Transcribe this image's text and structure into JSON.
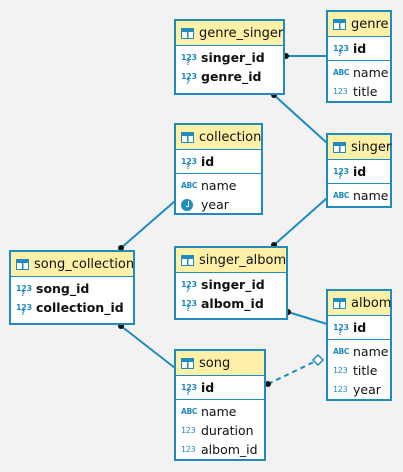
{
  "tables": {
    "genre_singer": {
      "name": "genre_singer",
      "keys": [
        {
          "name": "singer_id",
          "icon": "123"
        },
        {
          "name": "genre_id",
          "icon": "123"
        }
      ],
      "cols": []
    },
    "genre": {
      "name": "genre",
      "keys": [
        {
          "name": "id",
          "icon": "123"
        }
      ],
      "cols": [
        {
          "name": "name",
          "icon": "ABC"
        },
        {
          "name": "title",
          "icon": "123"
        }
      ]
    },
    "collection": {
      "name": "collection",
      "keys": [
        {
          "name": "id",
          "icon": "123"
        }
      ],
      "cols": [
        {
          "name": "name",
          "icon": "ABC"
        },
        {
          "name": "year",
          "icon": "clock"
        }
      ]
    },
    "singer": {
      "name": "singer",
      "keys": [
        {
          "name": "id",
          "icon": "123"
        }
      ],
      "cols": [
        {
          "name": "name",
          "icon": "ABC"
        }
      ]
    },
    "song_collection": {
      "name": "song_collection",
      "keys": [
        {
          "name": "song_id",
          "icon": "123"
        },
        {
          "name": "collection_id",
          "icon": "123"
        }
      ],
      "cols": []
    },
    "singer_albom": {
      "name": "singer_albom",
      "keys": [
        {
          "name": "singer_id",
          "icon": "123"
        },
        {
          "name": "albom_id",
          "icon": "123"
        }
      ],
      "cols": []
    },
    "albom": {
      "name": "albom",
      "keys": [
        {
          "name": "id",
          "icon": "123"
        }
      ],
      "cols": [
        {
          "name": "name",
          "icon": "ABC"
        },
        {
          "name": "title",
          "icon": "123"
        },
        {
          "name": "year",
          "icon": "123"
        }
      ]
    },
    "song": {
      "name": "song",
      "keys": [
        {
          "name": "id",
          "icon": "123"
        }
      ],
      "cols": [
        {
          "name": "name",
          "icon": "ABC"
        },
        {
          "name": "duration",
          "icon": "123"
        },
        {
          "name": "albom_id",
          "icon": "123"
        }
      ]
    }
  },
  "colors": {
    "border": "#1f8bbf",
    "header": "#fff0a8",
    "line": "#1f8bbf"
  }
}
